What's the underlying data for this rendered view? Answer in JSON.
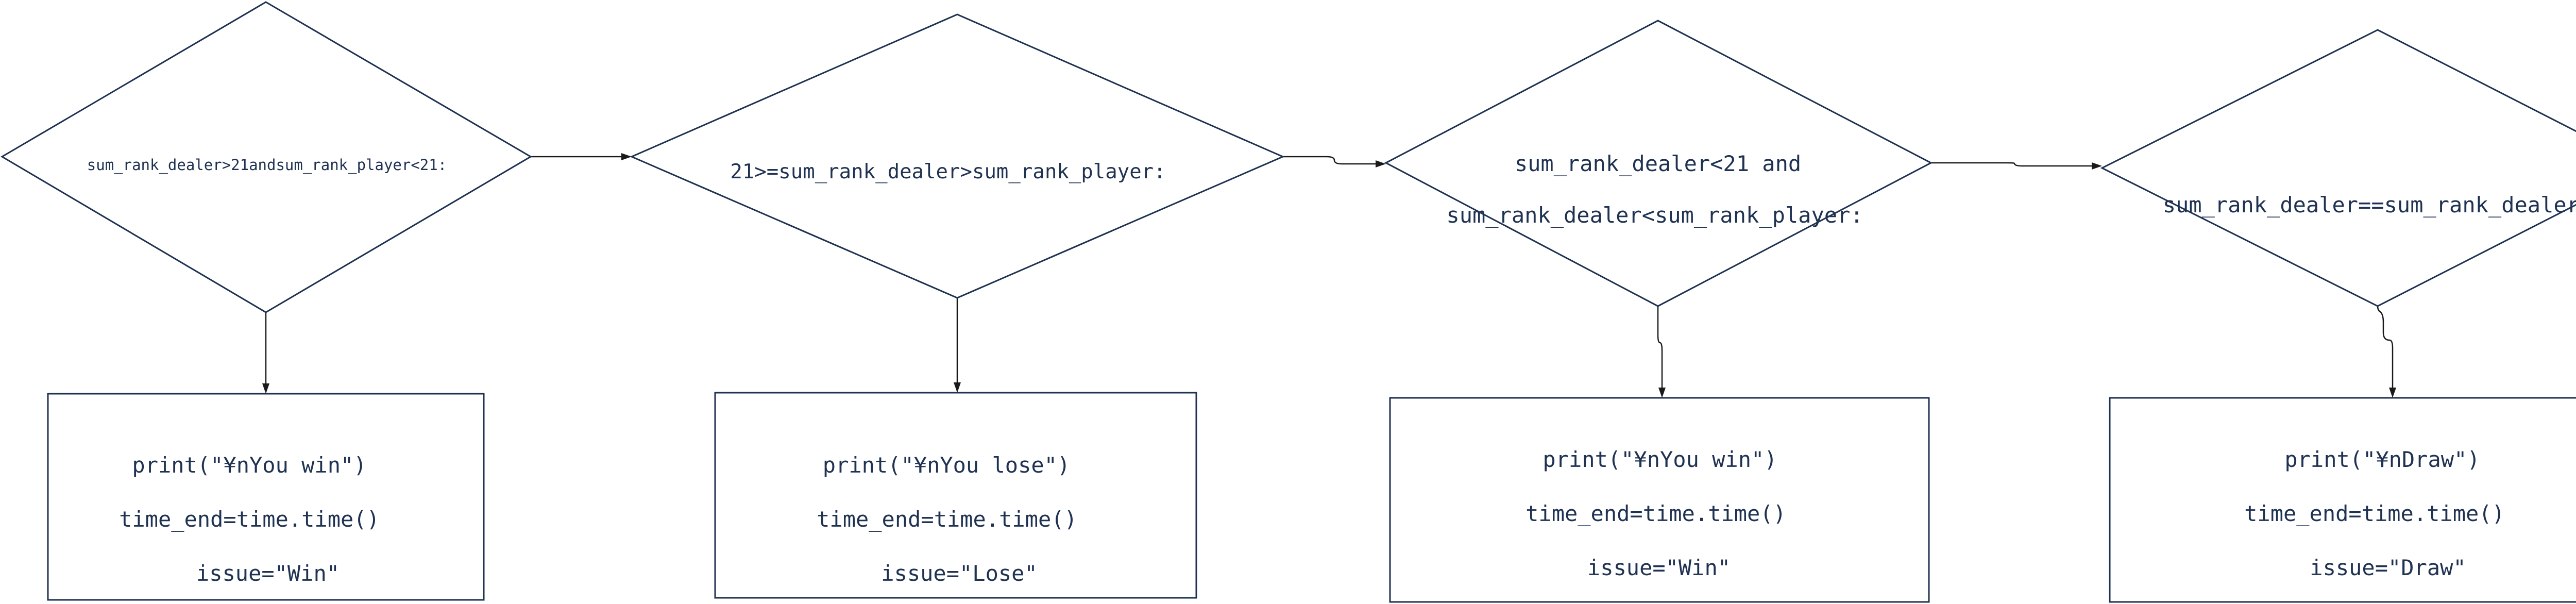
{
  "decisions": [
    {
      "lines": [
        "sum_rank_dealer>21andsum_rank_player<21:"
      ]
    },
    {
      "lines": [
        "21>=sum_rank_dealer>sum_rank_player:"
      ]
    },
    {
      "lines": [
        "sum_rank_dealer<21 and",
        "sum_rank_dealer<sum_rank_player:"
      ]
    },
    {
      "lines": [
        "sum_rank_dealer==sum_rank_dealer:"
      ]
    }
  ],
  "actions": [
    {
      "lines": [
        "print(\"¥nYou win\")",
        "time_end=time.time()",
        "issue=\"Win\""
      ]
    },
    {
      "lines": [
        "print(\"¥nYou lose\")",
        "time_end=time.time()",
        "issue=\"Lose\""
      ]
    },
    {
      "lines": [
        "print(\"¥nYou win\")",
        "time_end=time.time()",
        "issue=\"Win\""
      ]
    },
    {
      "lines": [
        "print(\"¥nDraw\")",
        "time_end=time.time()",
        "issue=\"Draw\""
      ]
    }
  ],
  "colors": {
    "shape_stroke": "#1f3252",
    "text": "#1f3252",
    "connector": "#1a1a1a"
  }
}
